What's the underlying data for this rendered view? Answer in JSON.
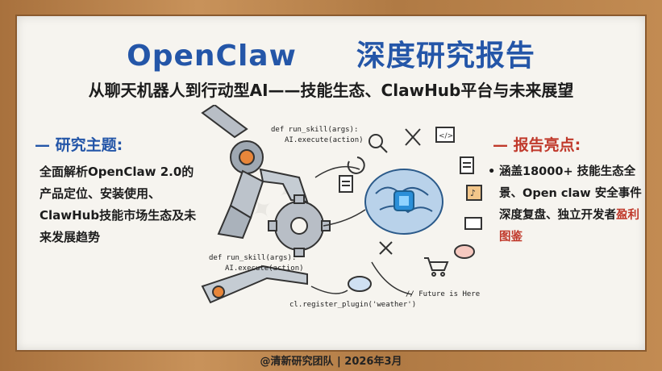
{
  "title": {
    "brand": "OpenClaw",
    "report": "深度研究报告"
  },
  "subtitle": "从聊天机器人到行动型AI——技能生态、ClawHub平台与未来展望",
  "left": {
    "heading": "— 研究主题:",
    "body": "全面解析OpenClaw 2.0的产品定位、安装使用、ClawHub技能市场生态及未来发展趋势"
  },
  "right": {
    "heading": "— 报告亮点:",
    "bullet": "•",
    "body_prefix": "涵盖18000+ 技能生态全景、Open claw 安全事件深度复盘、独立开发者",
    "body_highlight": "盈利图鉴"
  },
  "illustration": {
    "code1_line1": "def run_skill(args):",
    "code1_line2": "AI.execute(action)",
    "code2_line1": "def run_skill(args):",
    "code2_line2": "AI.execute(action)",
    "plugin": "cl.register_plugin('weather')",
    "future": "// Future is Here",
    "icons": [
      "search-icon",
      "tools-icon",
      "code-icon",
      "document-icon",
      "music-icon",
      "chat-icon",
      "cart-icon",
      "wrench-icon",
      "cloud-icon",
      "refresh-icon"
    ]
  },
  "footer": "@清新研究团队 | 2026年3月",
  "colors": {
    "blue": "#2456a8",
    "red": "#c0392b",
    "chip": "#2a8fd8"
  }
}
